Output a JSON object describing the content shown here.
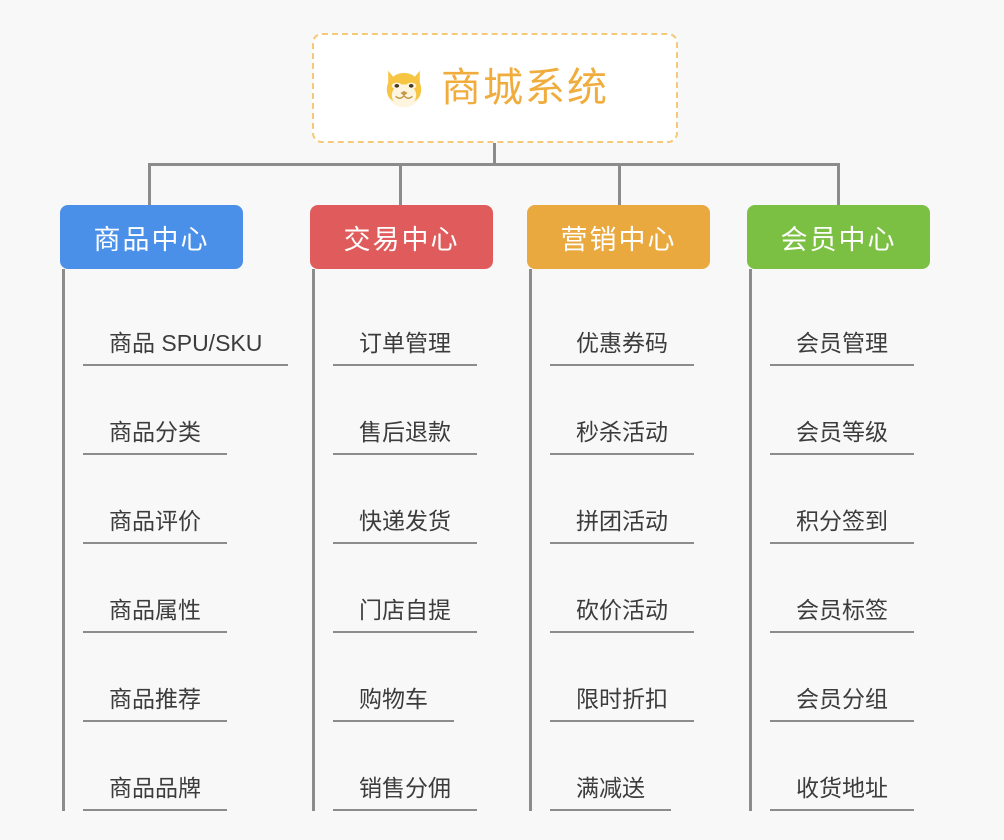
{
  "page": {
    "background_color": "#f8f8f8",
    "line_color": "#8c8c8c",
    "leaf_text_color": "#3c3c3c"
  },
  "root": {
    "title": "商城系统",
    "icon": "shiba-dog-face-icon",
    "text_color": "#f0ad3e",
    "border_color": "#f5c87a",
    "background_color": "#ffffff"
  },
  "branches": [
    {
      "name": "商品中心",
      "color": "#4a90e8",
      "items": [
        "商品 SPU/SKU",
        "商品分类",
        "商品评价",
        "商品属性",
        "商品推荐",
        "商品品牌"
      ]
    },
    {
      "name": "交易中心",
      "color": "#e05c5c",
      "items": [
        "订单管理",
        "售后退款",
        "快递发货",
        "门店自提",
        "购物车",
        "销售分佣"
      ]
    },
    {
      "name": "营销中心",
      "color": "#eaa93f",
      "items": [
        "优惠券码",
        "秒杀活动",
        "拼团活动",
        "砍价活动",
        "限时折扣",
        "满减送"
      ]
    },
    {
      "name": "会员中心",
      "color": "#7bc043",
      "items": [
        "会员管理",
        "会员等级",
        "积分签到",
        "会员标签",
        "会员分组",
        "收货地址"
      ]
    }
  ]
}
